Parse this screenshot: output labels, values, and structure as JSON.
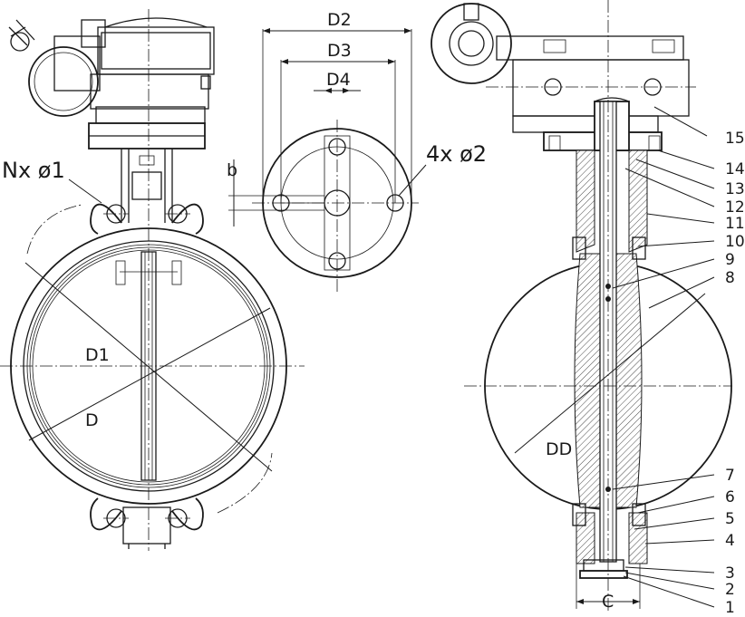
{
  "labels": {
    "d1": "D1",
    "d": "D",
    "nx": "Nx ø1",
    "d2": "D2",
    "d3": "D3",
    "d4": "D4",
    "b": "b",
    "bolt": "4x ø2",
    "dd": "DD",
    "c": "C"
  },
  "parts": [
    "1",
    "2",
    "3",
    "4",
    "5",
    "6",
    "7",
    "8",
    "9",
    "10",
    "11",
    "12",
    "13",
    "14",
    "15"
  ]
}
